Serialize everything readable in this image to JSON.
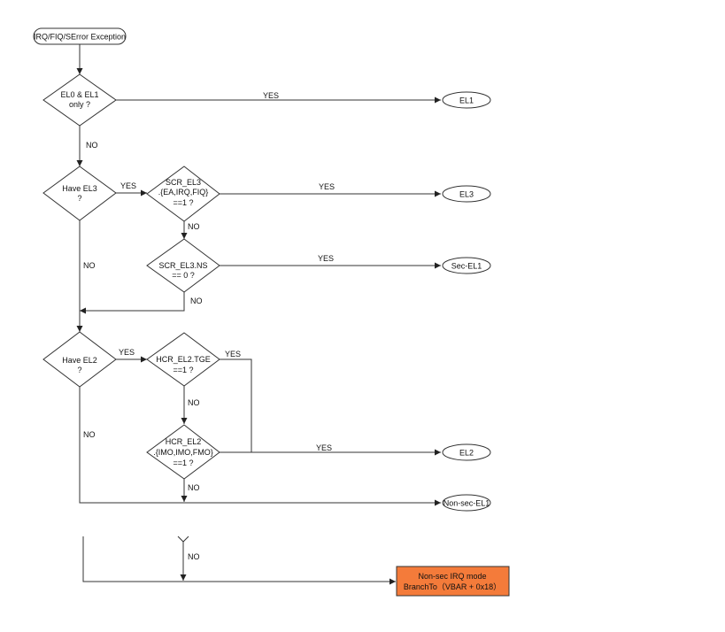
{
  "start": {
    "text": "IRQ/FIQ/SError Exception",
    "color": "#ffff33"
  },
  "decisions": {
    "el0_el1": [
      "EL0 & EL1",
      "only ?"
    ],
    "have_el3": [
      "Have EL3",
      "?"
    ],
    "scr_el3": [
      "SCR_EL3",
      ".{EA,IRQ,FIQ}",
      "==1 ?"
    ],
    "scr_ns": [
      "SCR_EL3.NS",
      "== 0 ?"
    ],
    "have_el2": [
      "Have EL2",
      "?"
    ],
    "hcr_tge": [
      "HCR_EL2.TGE",
      "==1 ?"
    ],
    "hcr_imo": [
      "HCR_EL2",
      ".{IMO,IMO,FMO}",
      "==1 ?"
    ]
  },
  "terminals": {
    "el1": "EL1",
    "el3": "EL3",
    "sec_el1": "Sec-EL1",
    "el2": "EL2",
    "non_sec_el1": "Non-sec-EL1"
  },
  "action": {
    "lines": [
      "Non-sec IRQ mode",
      "BranchTo（VBAR + 0x18）"
    ],
    "color": "#f47b3a"
  },
  "edge_labels": {
    "yes": "YES",
    "no": "NO"
  }
}
